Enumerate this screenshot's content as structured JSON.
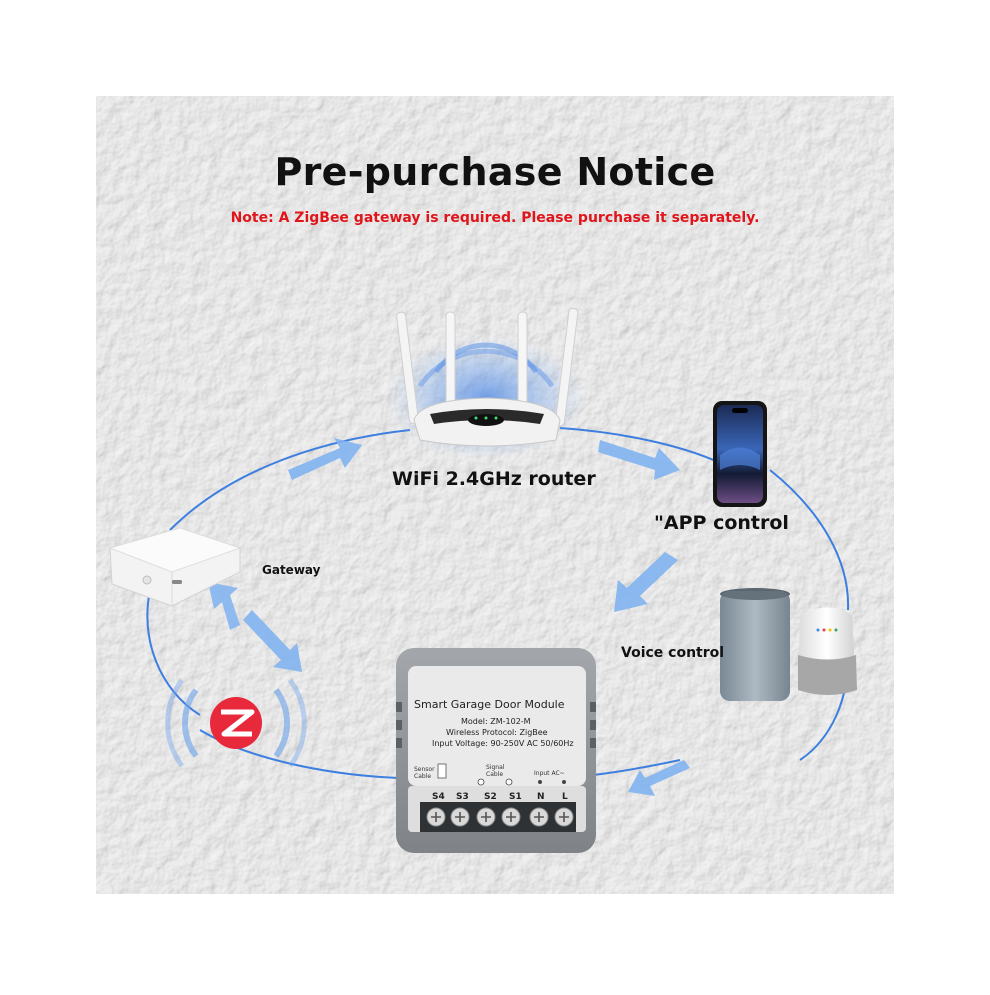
{
  "header": {
    "title": "Pre-purchase Notice",
    "note": "Note: A ZigBee gateway is required. Please purchase it separately."
  },
  "labels": {
    "router": "WiFi 2.4GHz router",
    "app": "\"APP control",
    "gateway": "Gateway",
    "voice": "Voice control"
  },
  "module": {
    "name": "Smart Garage Door Module",
    "model": "Model: ZM-102-M",
    "protocol": "Wireless Protocol: ZigBee",
    "voltage": "Input Voltage: 90-250V AC 50/60Hz",
    "sensor_label_1": "Sensor",
    "sensor_label_2": "Cable",
    "signal_label_1": "Signal",
    "signal_label_2": "Cable",
    "input_label": "Input AC~",
    "terminals": [
      "S4",
      "S3",
      "S2",
      "S1",
      "N",
      "L"
    ]
  },
  "colors": {
    "note_red": "#e0151b",
    "flow_blue": "#3d7fe0",
    "arrow_blue": "#7fb2f0",
    "zigbee_red": "#e8283b",
    "module_gray": "#8e9296"
  },
  "icons": {
    "zigbee": "zigbee-logo-icon",
    "router": "router-icon",
    "phone": "smartphone-icon",
    "speaker": "smart-speaker-icon",
    "gateway": "zigbee-gateway-icon"
  }
}
